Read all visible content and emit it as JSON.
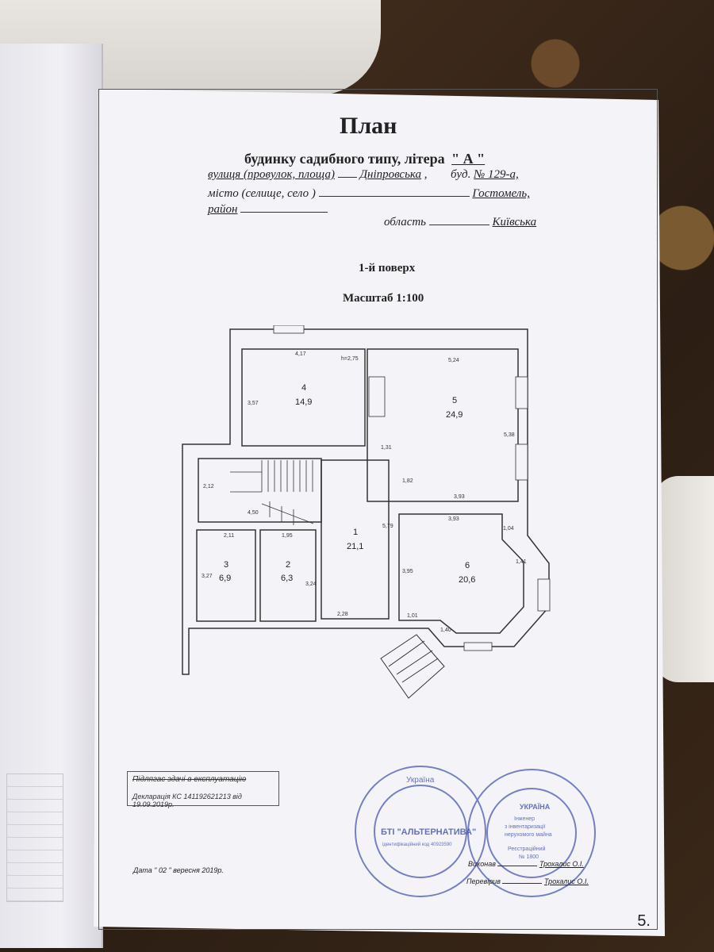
{
  "document": {
    "title": "План",
    "subtitle": "будинку садибного типу, літера",
    "letter": "\" А \"",
    "street_label": "вулиця  (провулок, площа)",
    "street_value": "Дніпровська",
    "building_label": "буд.",
    "building_value": "№ 129-а,",
    "city_label": "місто (селище, село )",
    "city_value": "Гостомель,",
    "district_label": "район",
    "region_label": "область",
    "region_value": "Київська",
    "floor": "1-й поверх",
    "scale": "Масштаб 1:100"
  },
  "rooms": [
    {
      "num": "4",
      "area": "14,9"
    },
    {
      "num": "5",
      "area": "24,9"
    },
    {
      "num": "1",
      "area": "21,1"
    },
    {
      "num": "3",
      "area": "6,9"
    },
    {
      "num": "2",
      "area": "6,3"
    },
    {
      "num": "6",
      "area": "20,6"
    }
  ],
  "dimensions": {
    "d417": "4,17",
    "h275": "h=2,75",
    "d524": "5,24",
    "d357": "3,57",
    "d538": "5,38",
    "d131": "1,31",
    "d182": "1,82",
    "d393a": "3,93",
    "d212": "2,12",
    "d450": "4,50",
    "d579": "5,79",
    "d393b": "3,93",
    "d104": "1,04",
    "d141": "1,41",
    "d211": "2,11",
    "d195": "1,95",
    "d327": "3,27",
    "d324": "3,24",
    "d395": "3,95",
    "d228": "2,28",
    "d101": "1,01",
    "d140": "1,40"
  },
  "stamp": {
    "crossed": "Підлягає здачі в експлуатацію",
    "declaration": "Декларація КС 141192621213   від 19.09.2019р."
  },
  "date_text": "Дата  \" 02 \"  вересня     2019р.",
  "signatures": {
    "made_label": "Виконав",
    "made_name": "Трохалис О.І.",
    "checked_label": "Перевірив",
    "checked_name": "Трохалис О.І."
  },
  "seals": {
    "seal1_top": "Україна",
    "seal1_center": "БТІ \"АЛЬТЕРНАТИВА\"",
    "seal1_code": "ідентифікаційний код 40923590",
    "seal2_top": "УКРАЇНА",
    "seal2_lines": [
      "Інженер",
      "з інвентаризації",
      "нерухомого майна",
      "Реєстраційний",
      "№ 1800"
    ]
  },
  "page_number": "5."
}
